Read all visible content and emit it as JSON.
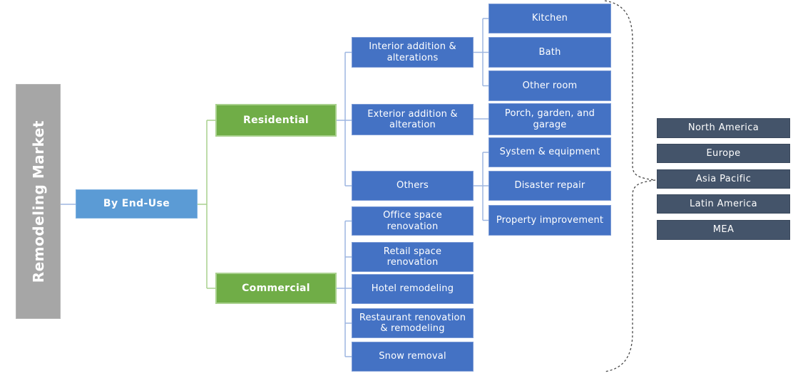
{
  "diagram_title": "Remodeling Market",
  "root": {
    "label": "By End-Use"
  },
  "segments": {
    "residential": {
      "label": "Residential",
      "children": [
        {
          "label": "Interior addition & alterations",
          "children": [
            {
              "label": "Kitchen"
            },
            {
              "label": "Bath"
            },
            {
              "label": "Other room"
            }
          ]
        },
        {
          "label": "Exterior addition & alteration",
          "children": [
            {
              "label": "Porch, garden, and garage"
            }
          ]
        },
        {
          "label": "Others",
          "children": [
            {
              "label": "System & equipment"
            },
            {
              "label": "Disaster repair"
            },
            {
              "label": "Property improvement"
            }
          ]
        }
      ]
    },
    "commercial": {
      "label": "Commercial",
      "children": [
        {
          "label": "Office space renovation"
        },
        {
          "label": "Retail space renovation"
        },
        {
          "label": "Hotel remodeling"
        },
        {
          "label": "Restaurant renovation & remodeling"
        },
        {
          "label": "Snow removal"
        }
      ]
    }
  },
  "regions": [
    {
      "label": "North America"
    },
    {
      "label": "Europe"
    },
    {
      "label": "Asia Pacific"
    },
    {
      "label": "Latin America"
    },
    {
      "label": "MEA"
    }
  ],
  "colors": {
    "node_blue": "#4472C4",
    "root_blue": "#5B9BD5",
    "segment_green": "#70AD47",
    "region_slate": "#44546A",
    "title_gray": "#A6A6A6",
    "connector_blue": "#9db6e0",
    "connector_green": "#a9d18e",
    "brace_dash_gray": "#474747"
  }
}
